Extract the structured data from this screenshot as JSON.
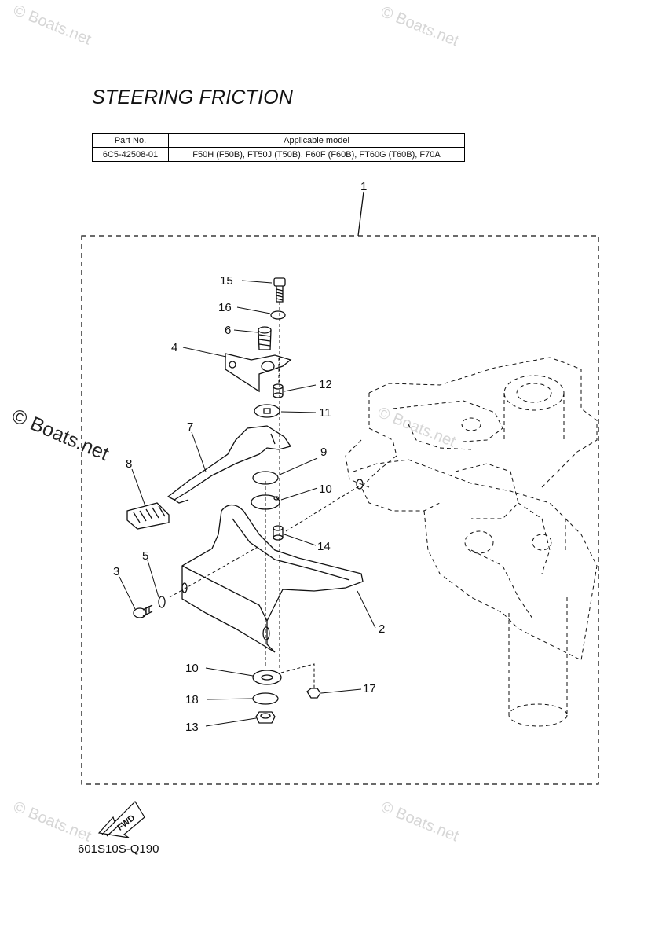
{
  "title": "STEERING FRICTION",
  "table": {
    "headers": [
      "Part No.",
      "Applicable model"
    ],
    "rows": [
      [
        "6C5-42508-01",
        "F50H (F50B), FT50J (T50B), F60F (F60B), FT60G (T60B), F70A"
      ]
    ]
  },
  "callouts": [
    "1",
    "2",
    "3",
    "4",
    "5",
    "6",
    "7",
    "8",
    "9",
    "10",
    "10",
    "11",
    "12",
    "13",
    "14",
    "15",
    "16",
    "17",
    "18"
  ],
  "fwd_label": "FWD",
  "diagram_code": "601S10S-Q190",
  "watermark": "© Boats.net",
  "colors": {
    "line": "#111111",
    "watermark": "#d6d6d6"
  }
}
